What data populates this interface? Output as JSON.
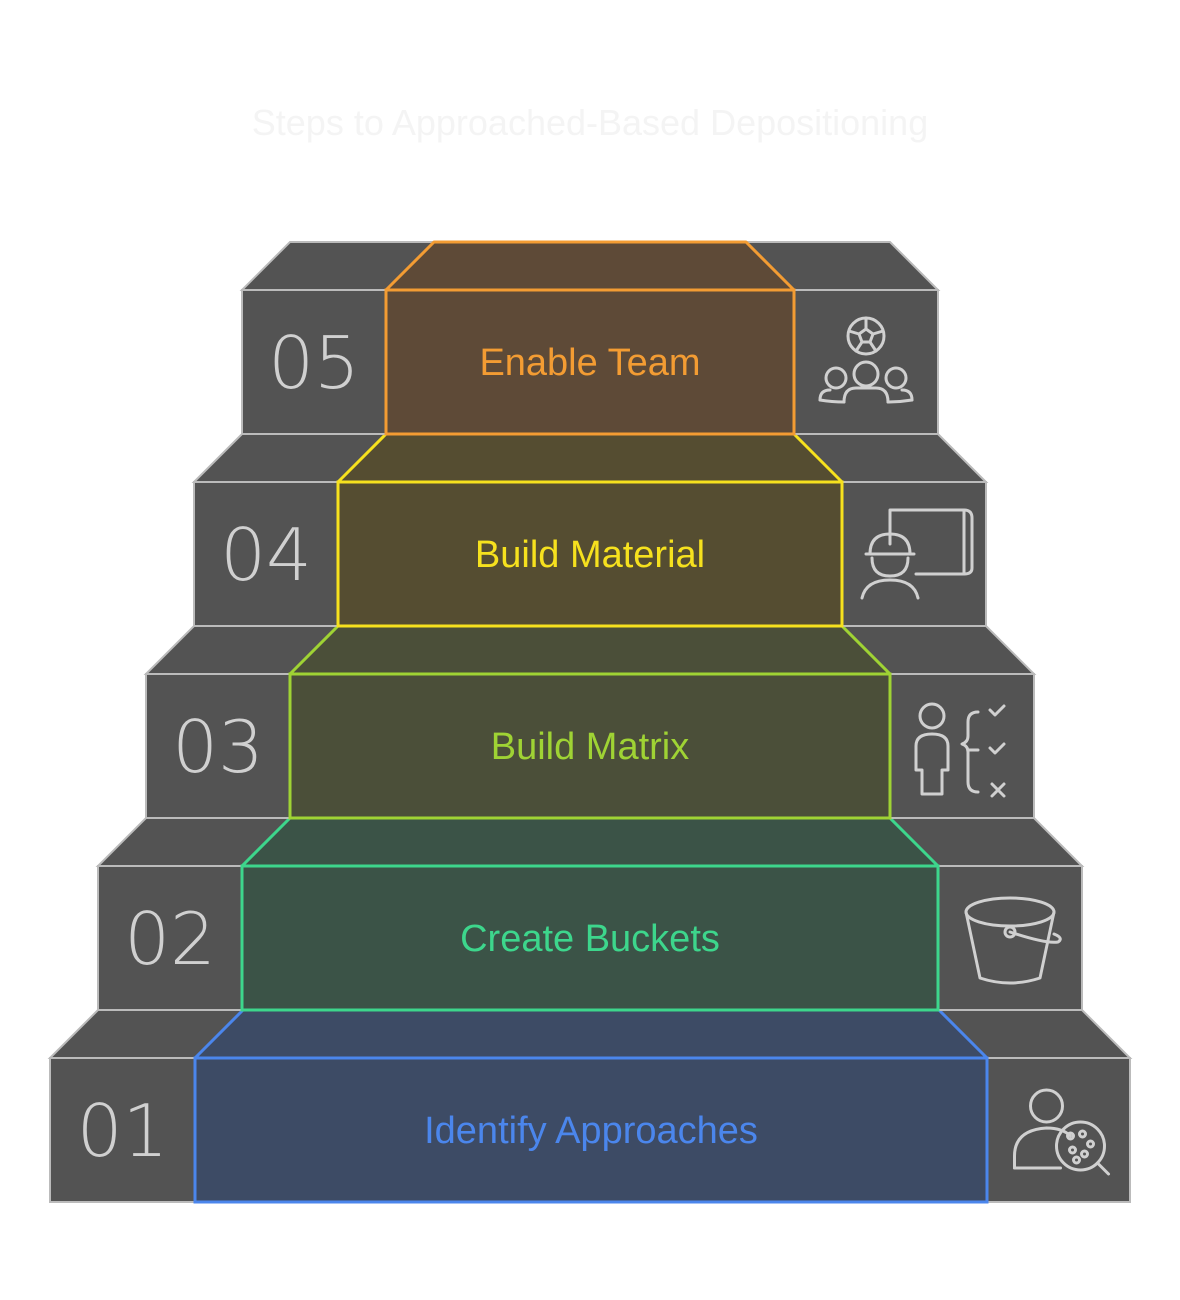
{
  "title": "Steps to Approached-Based Depositioning",
  "colors": {
    "block_fill": "#535353",
    "block_stroke": "#bbbbbb",
    "number_text": "#d0d0d0",
    "icon_stroke": "#d0d0d0",
    "title_text": "#f4f4f4"
  },
  "steps": [
    {
      "number": "01",
      "label": "Identify Approaches",
      "color": "#4b86ec",
      "fill": "#3d4b65",
      "icon": "person-search-icon"
    },
    {
      "number": "02",
      "label": "Create Buckets",
      "color": "#3dd68c",
      "fill": "#3b5347",
      "icon": "bucket-icon"
    },
    {
      "number": "03",
      "label": "Build Matrix",
      "color": "#9fd334",
      "fill": "#4b4f39",
      "icon": "decision-checklist-icon"
    },
    {
      "number": "04",
      "label": "Build Material",
      "color": "#f6e11e",
      "fill": "#554d31",
      "icon": "engineer-blueprint-icon"
    },
    {
      "number": "05",
      "label": "Enable Team",
      "color": "#f39c33",
      "fill": "#5e4a37",
      "icon": "team-ball-icon"
    }
  ]
}
